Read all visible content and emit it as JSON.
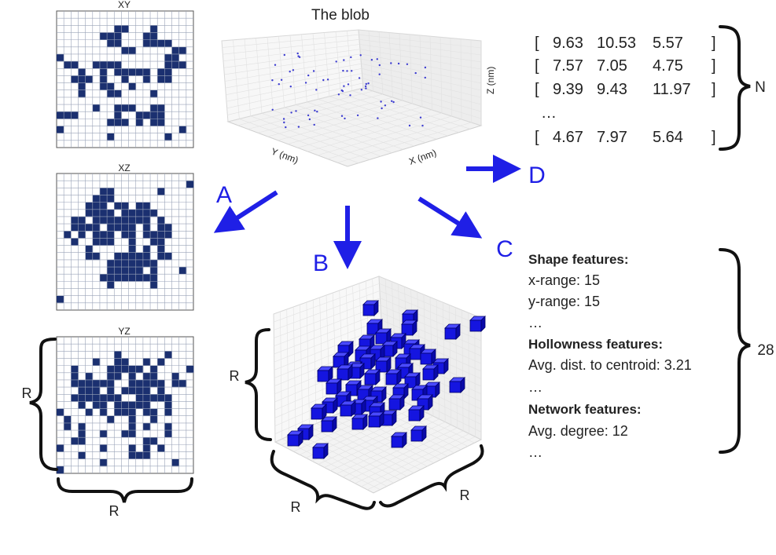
{
  "projections": {
    "xy": {
      "title": "XY",
      "cells": [
        "0000000000000000000",
        "0000000000000000000",
        "0000000011000100000",
        "0000001110001100000",
        "0000000110001111000",
        "0000000001100000110",
        "1000000000000001100",
        "0110011110000001110",
        "0001001011111011000",
        "0011101001001011000",
        "0001001100100000000",
        "0001000110000100000",
        "0000000000000000000",
        "0000010011100110000",
        "1110000010011110000",
        "0000000111010110000",
        "1000000000000000010",
        "0000000100000001000",
        "0000000000000000000"
      ]
    },
    "xz": {
      "title": "XZ",
      "cells": [
        "0000000000000000000",
        "0000000000000000001",
        "0000001100000010000",
        "0000011100000000000",
        "0000111011011000000",
        "0000111101111100000",
        "0011011111111010000",
        "0011110111101011000",
        "0101011101101111000",
        "0010011100100110000",
        "0000100000101010000",
        "0000110011111011000",
        "0000000111111100000",
        "0000000111110100010",
        "0000001111111100000",
        "0000000100000100000",
        "0000000000000000000",
        "1000000000000000000",
        "0000000000000000000"
      ]
    },
    "yz": {
      "title": "YZ",
      "cells": [
        "0000000000000000000",
        "0000000000000000000",
        "0000000010000001000",
        "0000010011001010000",
        "0010000111110100001",
        "0010100110101100100",
        "0011111100111110110",
        "0001110101111010000",
        "0011111110011111000",
        "0001011011111001000",
        "1000101011101101000",
        "0100000100100100000",
        "0101000000101001000",
        "0001001001100001000",
        "0011000000001100000",
        "1000001000101010000",
        "0001000000111000000",
        "0000001000000000100",
        "1000000000000000000"
      ]
    },
    "brace_left_label": "R",
    "brace_bottom_label": "R"
  },
  "blob": {
    "title": "The blob",
    "axis_x": "X (nm)",
    "axis_y": "Y (nm)",
    "axis_z": "Z (nm)"
  },
  "arrows": {
    "a": "A",
    "b": "B",
    "c": "C",
    "d": "D"
  },
  "voxel_cube": {
    "label_left": "R",
    "label_bottom_left": "R",
    "label_bottom_right": "R"
  },
  "coordinates": {
    "rows": [
      [
        "9.63",
        "10.53",
        "5.57"
      ],
      [
        "7.57",
        "7.05",
        "4.75"
      ],
      [
        "9.39",
        "9.43",
        "11.97"
      ]
    ],
    "ellipsis": "…",
    "last_row": [
      "4.67",
      "7.97",
      "5.64"
    ],
    "count_label": "N"
  },
  "features": {
    "shape_heading": "Shape features:",
    "x_range": "x-range: 15",
    "y_range": "y-range: 15",
    "ellipsis1": "…",
    "hollowness_heading": "Hollowness features:",
    "avg_dist": "Avg. dist. to centroid: 3.21",
    "ellipsis2": "…",
    "network_heading": "Network features:",
    "avg_degree": "Avg. degree: 12",
    "ellipsis3": "…",
    "count_label": "28"
  },
  "colors": {
    "voxel": "#1b3070",
    "arrow": "#1f1fe6",
    "cube": "#1515e0"
  }
}
